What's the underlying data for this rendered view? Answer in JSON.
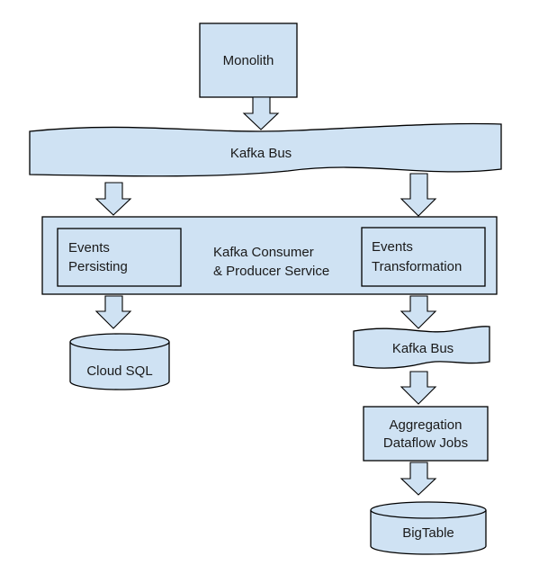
{
  "nodes": {
    "monolith": {
      "label": "Monolith"
    },
    "kafka_bus_main": {
      "label": "Kafka Bus"
    },
    "service": {
      "label_line1": "Kafka Consumer",
      "label_line2": "& Producer Service",
      "persisting": {
        "line1": "Events",
        "line2": "Persisting"
      },
      "transformation": {
        "line1": "Events",
        "line2": "Transformation"
      }
    },
    "cloud_sql": {
      "label": "Cloud SQL"
    },
    "kafka_bus_secondary": {
      "label": "Kafka Bus"
    },
    "aggregation": {
      "line1": "Aggregation",
      "line2": "Dataflow Jobs"
    },
    "bigtable": {
      "label": "BigTable"
    }
  },
  "edges": [
    {
      "from": "Monolith",
      "to": "Kafka Bus"
    },
    {
      "from": "Kafka Bus",
      "to": "Events Persisting"
    },
    {
      "from": "Kafka Bus",
      "to": "Events Transformation"
    },
    {
      "from": "Events Persisting",
      "to": "Cloud SQL"
    },
    {
      "from": "Events Transformation",
      "to": "Kafka Bus"
    },
    {
      "from": "Kafka Bus",
      "to": "Aggregation Dataflow Jobs"
    },
    {
      "from": "Aggregation Dataflow Jobs",
      "to": "BigTable"
    }
  ],
  "colors": {
    "fill": "#cfe2f3",
    "stroke": "#000000",
    "text": "#1a1a1a"
  }
}
